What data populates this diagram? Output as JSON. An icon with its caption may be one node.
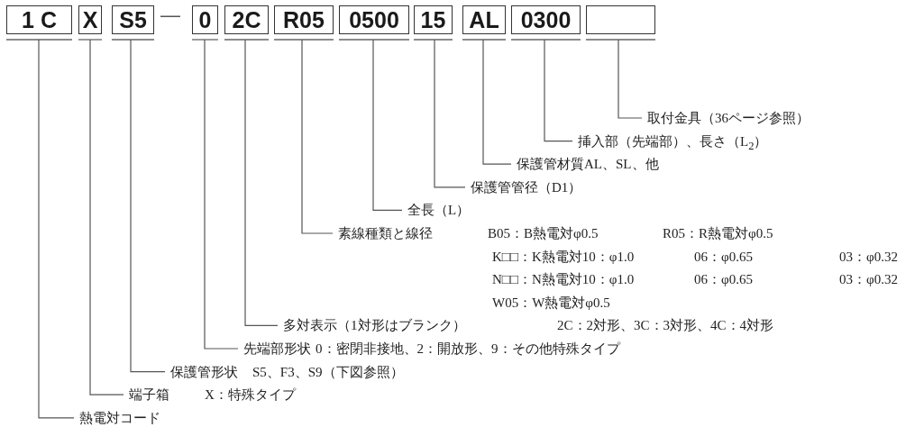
{
  "diagram": {
    "nodes": [
      {
        "text": [
          "1 C"
        ]
      },
      {
        "text": [
          "X"
        ]
      },
      {
        "text": [
          "S5"
        ]
      },
      {
        "text": [
          "0"
        ]
      },
      {
        "text": [
          "2C"
        ]
      },
      {
        "text": [
          "R05"
        ]
      },
      {
        "text": [
          "0500"
        ]
      },
      {
        "text": [
          "15"
        ]
      },
      {
        "text": [
          "AL"
        ]
      },
      {
        "text": [
          "0300"
        ]
      },
      {
        "text": [],
        "shape": "box"
      },
      {
        "text": [
          "取付金具（36ページ参照）"
        ]
      },
      {
        "text": [
          "挿入部（先端部）、長さ（L$_{2}$）"
        ]
      },
      {
        "text": [
          "保護管材質AL、SL、他"
        ]
      },
      {
        "text": [
          "保護管管径（D1）"
        ]
      },
      {
        "text": [
          "全長（L）"
        ]
      },
      {
        "text": [
          "素線種類と線径",
          "B05：B熱電対φ0.5",
          "R05：R熱電対φ0.5",
          "K□□：K熱電対10：φ1.0",
          "06：φ0.65",
          "03：φ0.32",
          "N□□：N熱電対10：φ1.0",
          "06：φ0.65",
          "03：φ0.32",
          "W05：W熱電対φ0.5"
        ]
      },
      {
        "text": [
          "多対表示（1対形はブランク）",
          "2C：2対形、3C：3対形、4C：4対形"
        ]
      },
      {
        "text": [
          "先端部形状",
          "0：密閉非接地、2：開放形、9：その他特殊タイプ"
        ]
      },
      {
        "text": [
          "保護管形状",
          "S5、F3、S9（下図参照）"
        ]
      },
      {
        "text": [
          "端子箱",
          "X：特殊タイプ"
        ]
      },
      {
        "text": [
          "熱電対コード"
        ]
      }
    ],
    "edges": [
      {
        "from": 10,
        "to": 11,
        "arrow": "none"
      },
      {
        "from": 9,
        "to": 12,
        "arrow": "none"
      },
      {
        "from": 8,
        "to": 13,
        "arrow": "none"
      },
      {
        "from": 7,
        "to": 14,
        "arrow": "none"
      },
      {
        "from": 6,
        "to": 15,
        "arrow": "none"
      },
      {
        "from": 5,
        "to": 16,
        "arrow": "none"
      },
      {
        "from": 4,
        "to": 17,
        "arrow": "none"
      },
      {
        "from": 3,
        "to": 18,
        "arrow": "none"
      },
      {
        "from": 2,
        "to": 19,
        "arrow": "none"
      },
      {
        "from": 1,
        "to": 20,
        "arrow": "none"
      },
      {
        "from": 0,
        "to": 21,
        "arrow": "none"
      }
    ],
    "labels": [
      "—"
    ]
  }
}
